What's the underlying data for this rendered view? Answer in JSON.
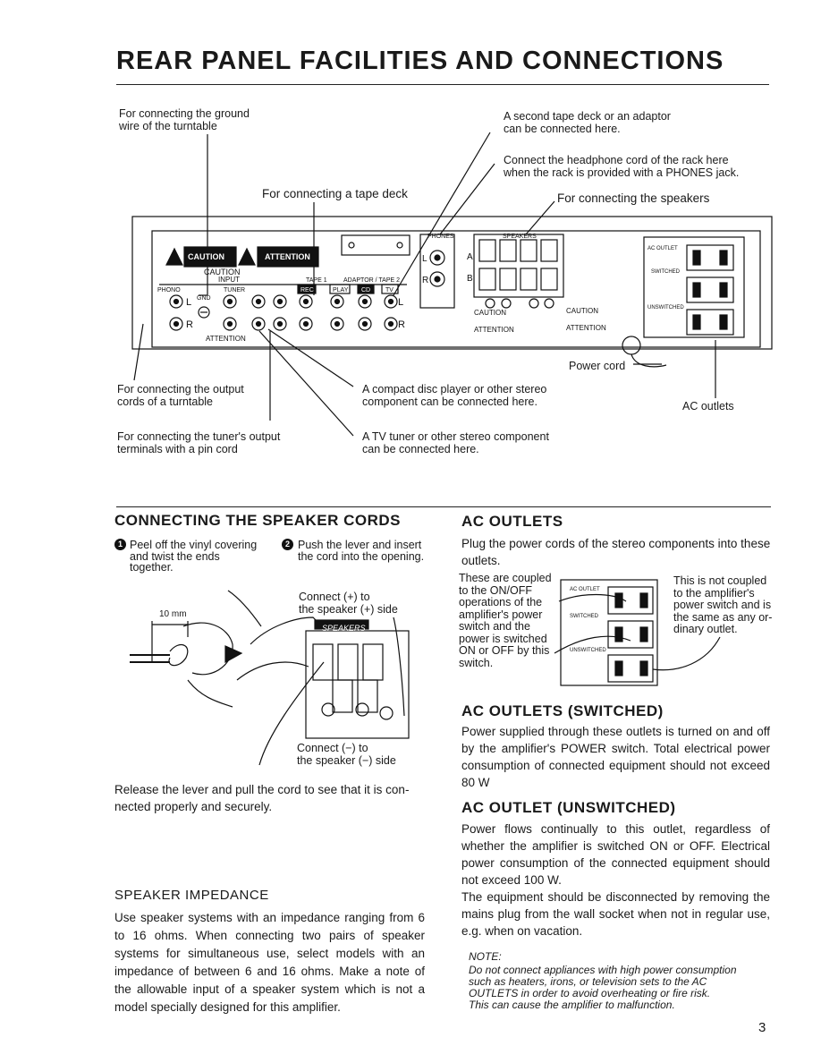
{
  "page": {
    "title": "REAR PANEL FACILITIES AND CONNECTIONS",
    "page_number": "3"
  },
  "rear_panel": {
    "callouts": {
      "ground": "For connecting the ground\nwire of the turntable",
      "second_tape": "A second tape deck or an adaptor\ncan be connected here.",
      "headphone": "Connect the headphone cord of the rack here\nwhen the rack is provided with a PHONES jack.",
      "tape_deck": "For connecting a tape deck",
      "speakers": "For connecting the speakers",
      "power_cord": "Power cord",
      "turntable_output": "For connecting the output\ncords of a turntable",
      "cd_player": "A compact disc player or other stereo\ncomponent can be connected here.",
      "ac_outlets": "AC outlets",
      "tuner_output": "For connecting the tuner's output\nterminals with a pin cord",
      "tv_tuner": "A TV tuner or other stereo component\ncan be connected here."
    },
    "panel_labels": {
      "caution": "CAUTION",
      "attention": "ATTENTION",
      "phones": "PHONES",
      "speakers": "SPEAKERS",
      "ac_outlet": "AC OUTLET",
      "switched": "SWITCHED",
      "unswitched": "UNSWITCHED",
      "input": "INPUT",
      "phono": "PHONO",
      "tuner": "TUNER",
      "tape1": "TAPE 1",
      "adaptor": "ADAPTOR / TAPE 2",
      "cd": "CD",
      "tv": "TV",
      "rec": "REC",
      "play": "PLAY",
      "gnd": "GND",
      "a": "A",
      "b": "B",
      "l": "L",
      "r": "R"
    }
  },
  "speaker_cords": {
    "heading": "CONNECTING THE SPEAKER CORDS",
    "step1": "Peel off the vinyl covering\nand twist the ends\ntogether.",
    "step2": "Push the lever and insert\nthe cord into the opening.",
    "step1_num": "1",
    "step2_num": "2",
    "dim_label": "10 mm",
    "plus_label": "Connect (+) to\nthe speaker (+) side",
    "minus_label": "Connect (−) to\nthe speaker (−) side",
    "speakers_tag": "SPEAKERS",
    "release": "Release the lever and pull the cord to see that it is con-\nnected properly and securely."
  },
  "impedance": {
    "heading": "SPEAKER IMPEDANCE",
    "text": "Use speaker systems with an impedance ranging from 6 to 16 ohms. When connecting two pairs of speaker systems for simultaneous use, select models with an impedance of between 6 and 16 ohms. Make a note of the allowable input of a speaker system which is not a model specially designed for this amplifier."
  },
  "ac_outlets": {
    "heading": "AC OUTLETS",
    "intro": "Plug the power cords of the stereo components into these outlets.",
    "coupled": "These are coupled\nto the ON/OFF\noperations of the\namplifier's power\nswitch and the\npower is switched\nON or OFF by this\nswitch.",
    "not_coupled": "This is not coupled\nto the amplifier's\npower switch and is\nthe same as any or-\ndinary outlet."
  },
  "switched": {
    "heading": "AC OUTLETS (SWITCHED)",
    "text": "Power supplied through these outlets is turned on and off by the amplifier's POWER switch. Total electrical power consumption of connected equipment should not exceed 80 W"
  },
  "unswitched": {
    "heading": "AC OUTLET (UNSWITCHED)",
    "text1": "Power flows continually to this outlet, regardless of whether the amplifier is switched ON or OFF. Electrical power consumption of the connected equipment should not exceed 100 W.",
    "text2": "The equipment should be disconnected by removing the mains plug from the wall socket when not in regular use, e.g. when on vacation."
  },
  "note": {
    "label": "NOTE:",
    "text": "Do not connect appliances with high power consumption\nsuch as heaters, irons, or television sets to the AC\nOUTLETS in order to avoid overheating or fire risk.\nThis can cause the amplifier to malfunction."
  }
}
